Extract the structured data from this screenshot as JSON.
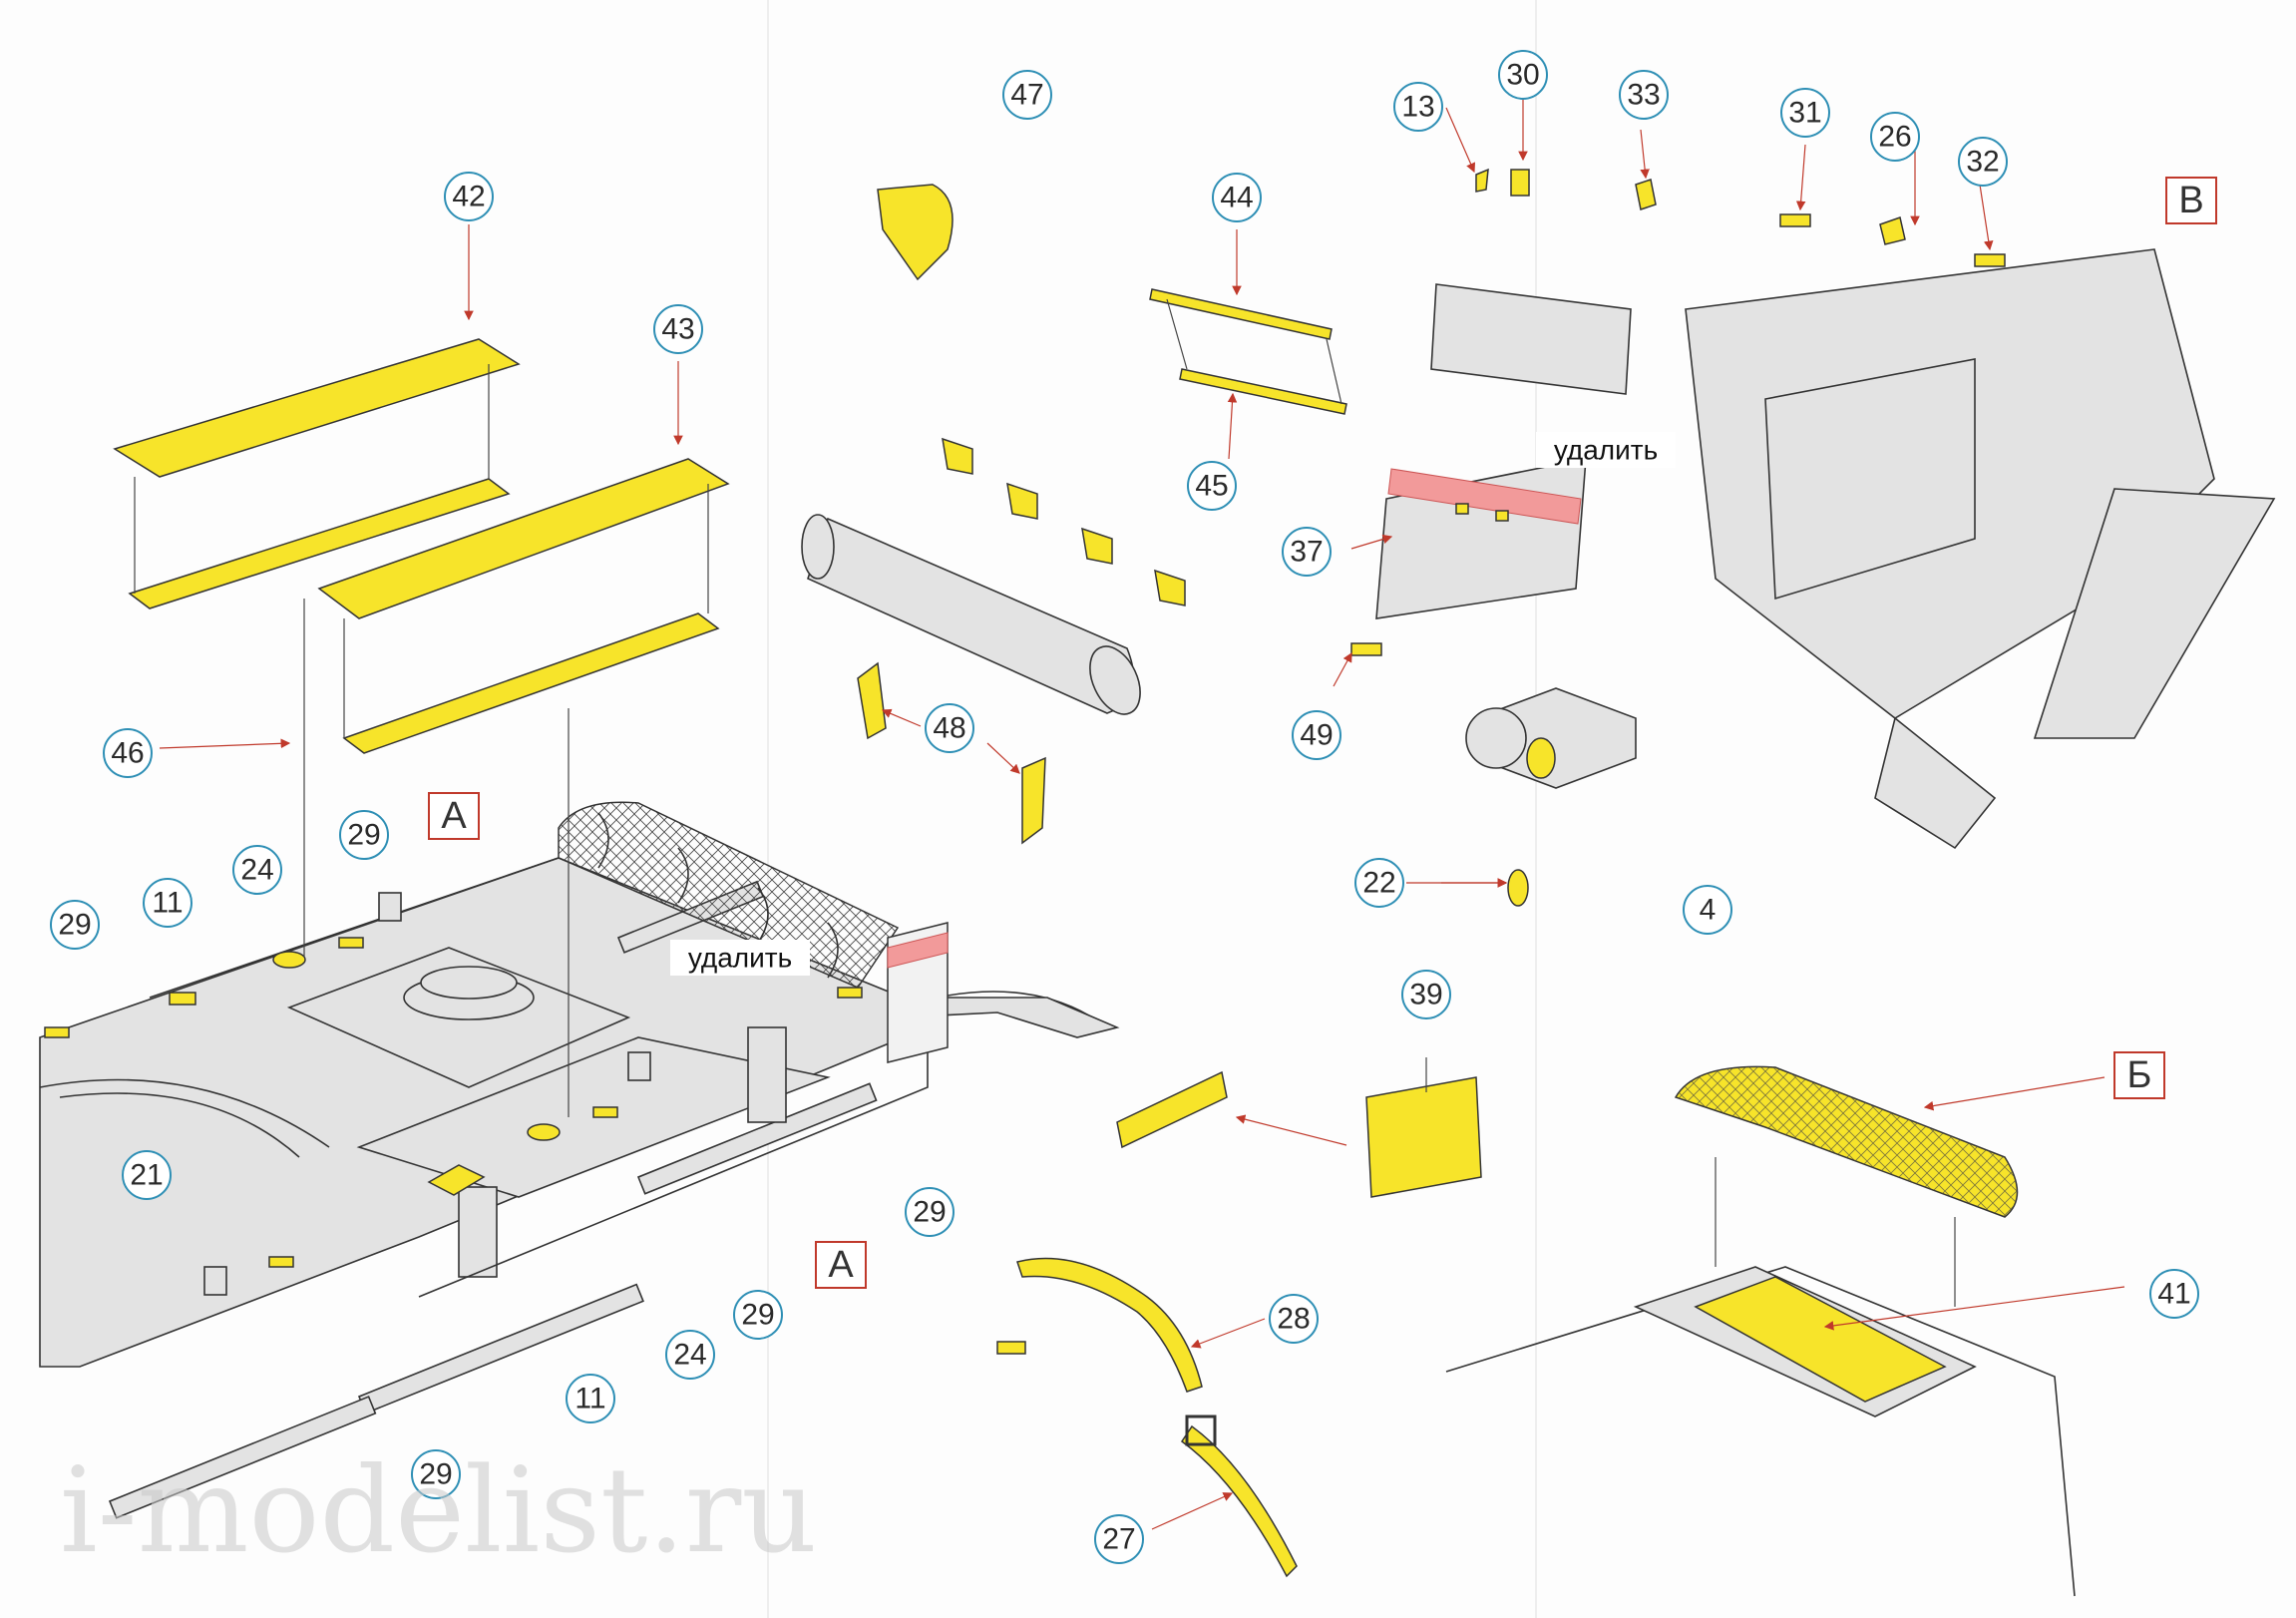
{
  "callouts": [
    "47",
    "42",
    "43",
    "44",
    "45",
    "46",
    "48",
    "37",
    "49",
    "13",
    "30",
    "33",
    "31",
    "26",
    "32",
    "22",
    "4",
    "39",
    "29",
    "24",
    "11",
    "21",
    "28",
    "27",
    "41"
  ],
  "view_labels": {
    "A": "А",
    "B": "В",
    "B_cyr": "Б"
  },
  "remove_label": "удалить",
  "watermark": "i-modelist.ru",
  "colors": {
    "photoetch": "#f7e42a",
    "callout_ring": "#2e8fb5",
    "arrow": "#c0392b",
    "remove_strip": "#f29a9a"
  }
}
